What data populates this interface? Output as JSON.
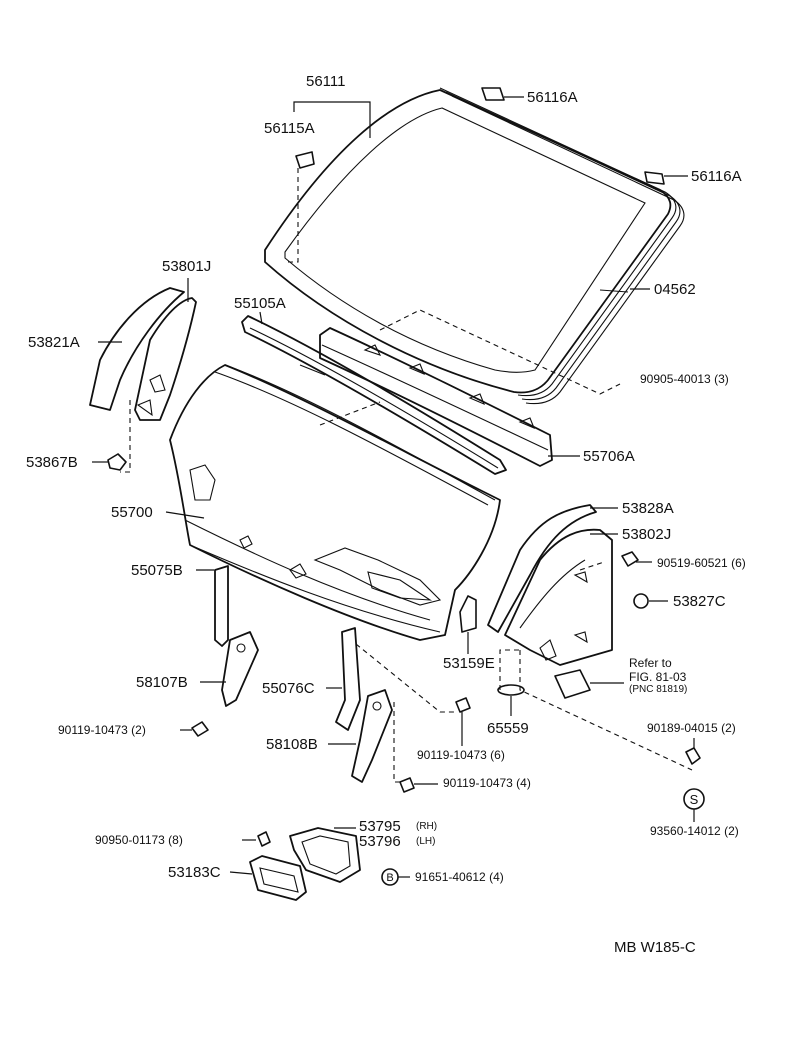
{
  "labels": {
    "p56111": "56111",
    "p56115A": "56115A",
    "p56116A_top": "56116A",
    "p56116A_right": "56116A",
    "p53801J": "53801J",
    "p55105A": "55105A",
    "p04562": "04562",
    "p53821A": "53821A",
    "p90905": "90905-40013 (3)",
    "p53867B": "53867B",
    "p55706A": "55706A",
    "p53828A": "53828A",
    "p55700": "55700",
    "p53802J": "53802J",
    "p90519": "90519-60521 (6)",
    "p55075B": "55075B",
    "p53827C": "53827C",
    "p53159E": "53159E",
    "refer_line1": "Refer to",
    "refer_line2": "FIG. 81-03",
    "refer_line3": "(PNC 81819)",
    "p58107B": "58107B",
    "p55076C": "55076C",
    "p65559": "65559",
    "p90119_left": "90119-10473 (2)",
    "p90189": "90189-04015 (2)",
    "p58108B": "58108B",
    "p90119_mid": "90119-10473 (6)",
    "p90119_low": "90119-10473 (4)",
    "p93560": "93560-14012 (2)",
    "p53795": "53795",
    "p53795_side": "(RH)",
    "p53796": "53796",
    "p53796_side": "(LH)",
    "p90950": "90950-01173 (8)",
    "p53183C": "53183C",
    "p91651": "91651-40612 (4)",
    "figure_code": "MB  W185-C"
  },
  "symbols": {
    "washer_letter": "S",
    "bolt_letter": "B"
  }
}
